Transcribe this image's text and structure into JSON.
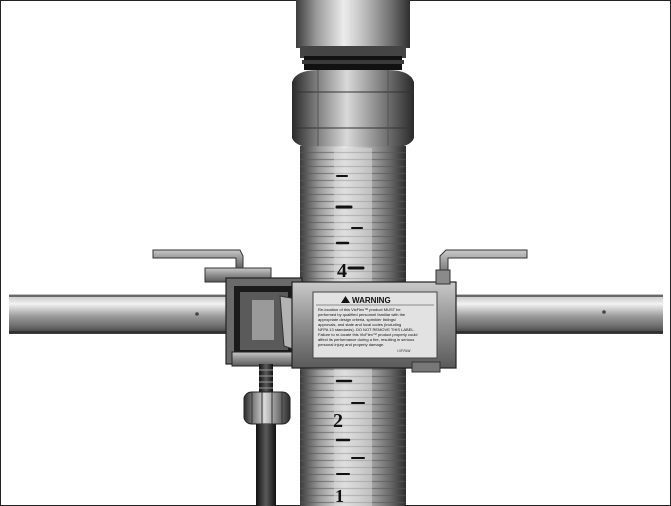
{
  "scale": {
    "numbers": [
      "4",
      "2",
      "1"
    ]
  },
  "warning_label": {
    "title": "WARNING",
    "lines": [
      "Re-location of this VicFlex™ product MUST be",
      "performed by qualified personnel familiar with the",
      "appropriate design criteria, sprinkler listings/",
      "approvals, and state and local codes (including",
      "NFPA 13 standards). DO NOT REMOVE THIS LABEL.",
      "Failure to re-locate this VicFlex™ product properly could",
      "affect its performance during a fire, resulting in serious",
      "personal injury and property damage."
    ],
    "code": "I-VF.RLW"
  },
  "colors": {
    "metal_light": "#e6e6e6",
    "metal_mid": "#a8a8a8",
    "metal_dark": "#4a4a4a",
    "label_bg": "#e4e4e4"
  }
}
